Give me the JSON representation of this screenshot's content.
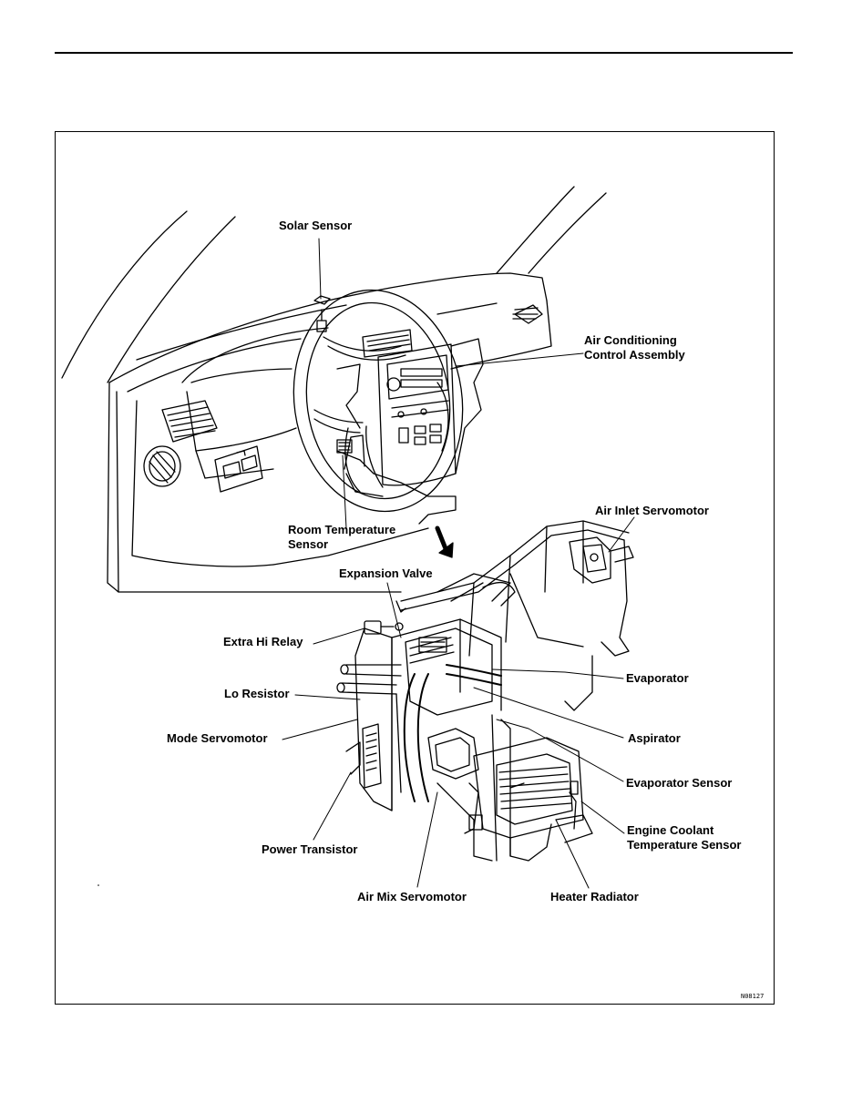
{
  "labels": {
    "solar_sensor": "Solar Sensor",
    "ac_control_line1": "Air Conditioning",
    "ac_control_line2": "Control Assembly",
    "room_temp_line1": "Room Temperature",
    "room_temp_line2": "Sensor",
    "air_inlet_servomotor": "Air Inlet Servomotor",
    "expansion_valve": "Expansion Valve",
    "extra_hi_relay": "Extra Hi Relay",
    "evaporator": "Evaporator",
    "lo_resistor": "Lo Resistor",
    "mode_servomotor": "Mode Servomotor",
    "aspirator": "Aspirator",
    "evaporator_sensor": "Evaporator Sensor",
    "engine_coolant_line1": "Engine Coolant",
    "engine_coolant_line2": "Temperature Sensor",
    "power_transistor": "Power Transistor",
    "air_mix_servomotor": "Air Mix Servomotor",
    "heater_radiator": "Heater Radiator"
  },
  "figure_code": "N08127"
}
